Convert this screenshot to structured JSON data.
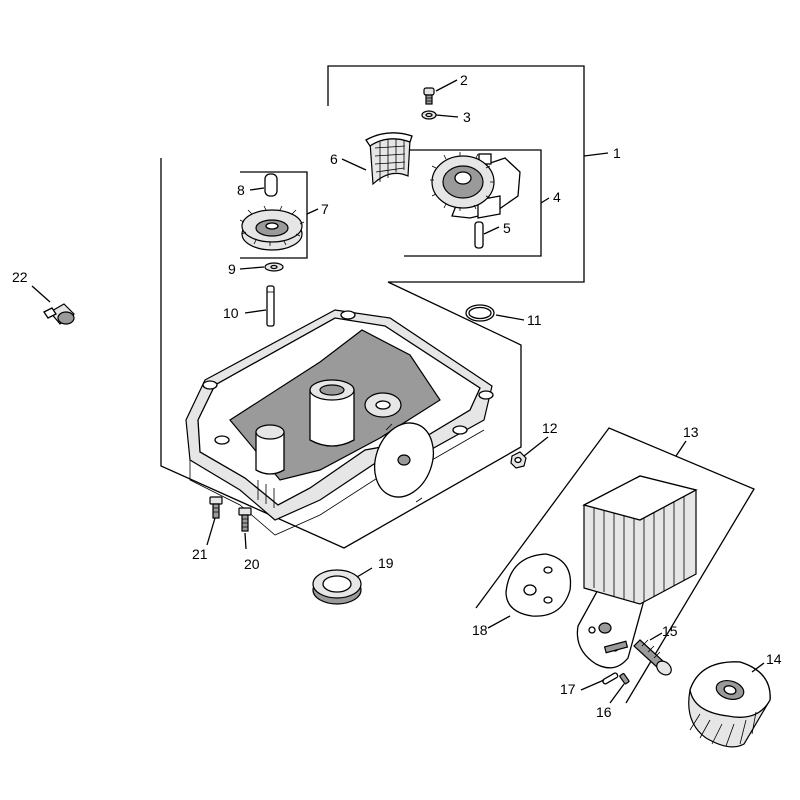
{
  "diagram": {
    "type": "exploded-parts-diagram",
    "callouts": [
      {
        "id": "c1",
        "text": "1"
      },
      {
        "id": "c2",
        "text": "2"
      },
      {
        "id": "c3",
        "text": "3"
      },
      {
        "id": "c4",
        "text": "4"
      },
      {
        "id": "c5",
        "text": "5"
      },
      {
        "id": "c6",
        "text": "6"
      },
      {
        "id": "c7",
        "text": "7"
      },
      {
        "id": "c8",
        "text": "8"
      },
      {
        "id": "c9",
        "text": "9"
      },
      {
        "id": "c10",
        "text": "10"
      },
      {
        "id": "c11",
        "text": "11"
      },
      {
        "id": "c12",
        "text": "12"
      },
      {
        "id": "c13",
        "text": "13"
      },
      {
        "id": "c14",
        "text": "14"
      },
      {
        "id": "c15",
        "text": "15"
      },
      {
        "id": "c16",
        "text": "16"
      },
      {
        "id": "c17",
        "text": "17"
      },
      {
        "id": "c18",
        "text": "18"
      },
      {
        "id": "c19",
        "text": "19"
      },
      {
        "id": "c20",
        "text": "20"
      },
      {
        "id": "c21",
        "text": "21"
      },
      {
        "id": "c22",
        "text": "22"
      }
    ]
  }
}
